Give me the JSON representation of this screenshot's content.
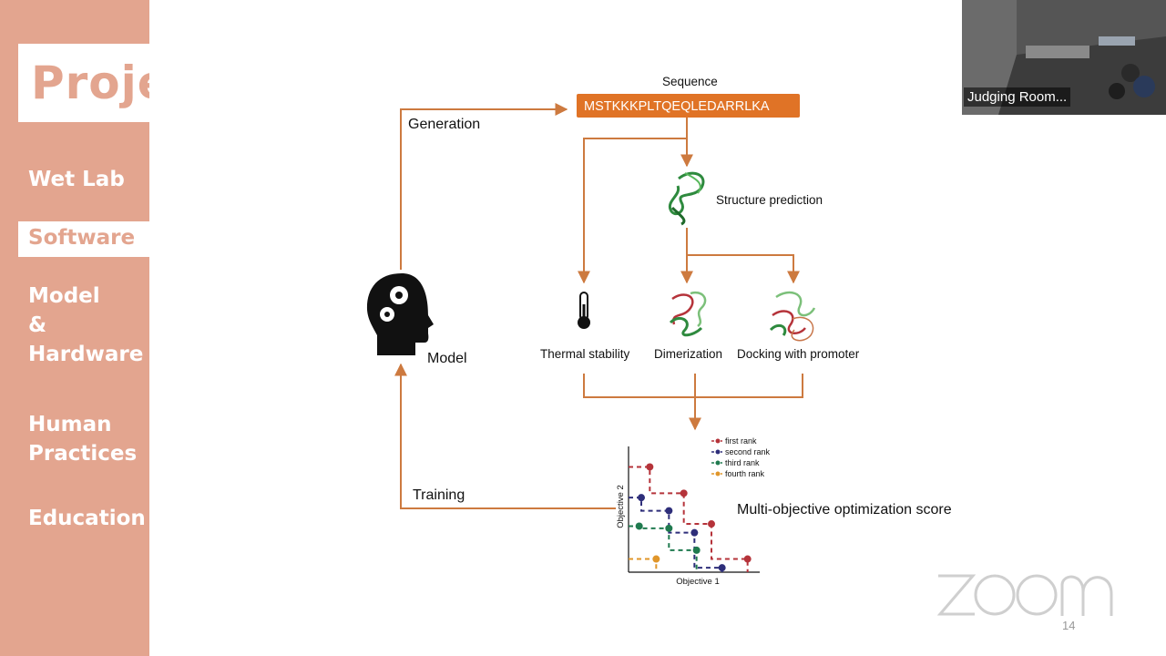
{
  "sidebar": {
    "logo": "Project",
    "items": [
      {
        "label": "Wet Lab"
      },
      {
        "label": "Software",
        "active": true
      },
      {
        "label": "Model\n&\nHardware"
      },
      {
        "label": "Human\nPractices"
      },
      {
        "label": "Education"
      }
    ]
  },
  "diagram": {
    "sequence_title": "Sequence",
    "sequence": "MSTKKKPLTQEQLEDARRLKA",
    "generation_label": "Generation",
    "training_label": "Training",
    "model_label": "Model",
    "structure_label": "Structure prediction",
    "thermal_label": "Thermal stability",
    "dimerization_label": "Dimerization",
    "docking_label": "Docking with promoter",
    "score_label": "Multi-objective optimization score"
  },
  "chart_data": {
    "type": "scatter",
    "xlabel": "Objective 1",
    "ylabel": "Objective 2",
    "legend_position": "top-right",
    "series": [
      {
        "name": "first rank",
        "color": "#b5333a",
        "points": [
          [
            1.0,
            4.8
          ],
          [
            2.6,
            3.6
          ],
          [
            3.9,
            2.2
          ],
          [
            5.6,
            0.6
          ]
        ]
      },
      {
        "name": "second rank",
        "color": "#2e2e7a",
        "points": [
          [
            0.6,
            3.4
          ],
          [
            1.9,
            2.8
          ],
          [
            3.1,
            1.8
          ],
          [
            4.4,
            0.2
          ]
        ]
      },
      {
        "name": "third rank",
        "color": "#1f7a4f",
        "points": [
          [
            0.5,
            2.1
          ],
          [
            1.9,
            2.0
          ],
          [
            3.2,
            1.0
          ]
        ]
      },
      {
        "name": "fourth rank",
        "color": "#e0962a",
        "points": [
          [
            1.3,
            0.6
          ]
        ]
      }
    ]
  },
  "video": {
    "name": "Judging Room..."
  },
  "watermark": "zoom",
  "page_number": "14",
  "colors": {
    "accent": "#e3a58f",
    "arrow": "#cd7a3f",
    "sequence_box": "#e07326"
  }
}
